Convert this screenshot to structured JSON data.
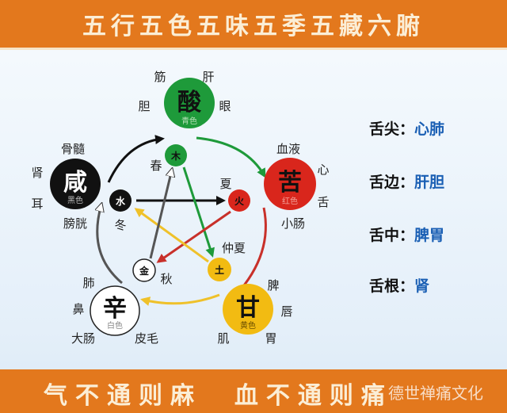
{
  "title": "五行五色五味五季五藏六腑",
  "footer": {
    "slogan": "气不通则麻  血不通则痛",
    "watermark": "德世禅痛文化"
  },
  "colors": {
    "banner": "#e3781d",
    "wood": "#1e9a3a",
    "fire": "#d9261c",
    "earth": "#f2bb12",
    "metal": "#ffffff",
    "water": "#111111",
    "value_text": "#1a5fb4"
  },
  "elements": {
    "wood": {
      "taste": "酸",
      "color": "青色",
      "element": "木",
      "season": "春",
      "labels": [
        "筋",
        "肝",
        "胆",
        "眼"
      ]
    },
    "fire": {
      "taste": "苦",
      "color": "红色",
      "element": "火",
      "season": "夏",
      "labels": [
        "血液",
        "心",
        "舌",
        "小肠"
      ]
    },
    "earth": {
      "taste": "甘",
      "color": "黄色",
      "element": "土",
      "season": "仲夏",
      "labels": [
        "脾",
        "唇",
        "肌",
        "胃"
      ]
    },
    "metal": {
      "taste": "辛",
      "color": "白色",
      "element": "金",
      "season": "秋",
      "labels": [
        "肺",
        "鼻",
        "大肠",
        "皮毛"
      ]
    },
    "water": {
      "taste": "咸",
      "color": "黑色",
      "element": "水",
      "season": "冬",
      "labels": [
        "骨髓",
        "肾",
        "耳",
        "膀胱"
      ]
    }
  },
  "tongue": [
    {
      "part": "舌尖：",
      "organs": "心肺"
    },
    {
      "part": "舌边：",
      "organs": "肝胆"
    },
    {
      "part": "舌中：",
      "organs": "脾胃"
    },
    {
      "part": "舌根：",
      "organs": "肾"
    }
  ]
}
